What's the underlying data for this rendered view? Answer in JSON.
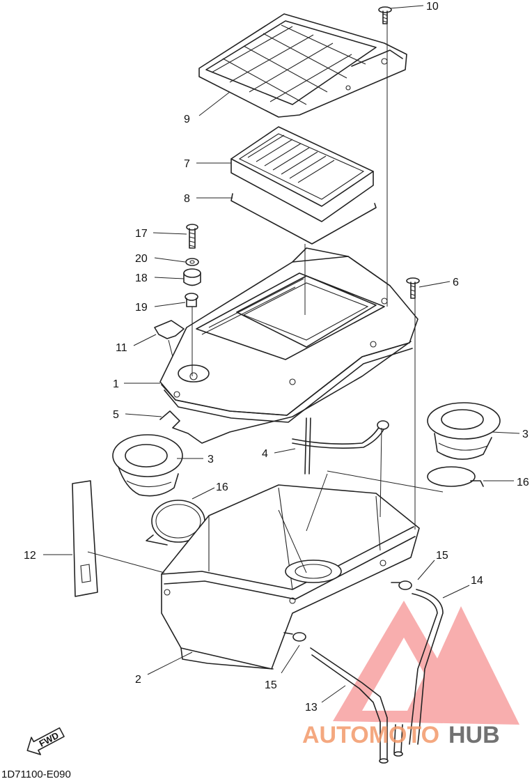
{
  "diagram": {
    "code": "1D71100-E090",
    "fwd_label": "FWD",
    "watermark": {
      "text_a": "AUTOMOTO",
      "text_b": "HUB",
      "color_a": "#f39a6b",
      "color_b": "#5a5a5a",
      "logo_color": "#f26b6b"
    },
    "callouts": [
      {
        "id": "c10",
        "text": "10"
      },
      {
        "id": "c9",
        "text": "9"
      },
      {
        "id": "c7",
        "text": "7"
      },
      {
        "id": "c8",
        "text": "8"
      },
      {
        "id": "c17",
        "text": "17"
      },
      {
        "id": "c20",
        "text": "20"
      },
      {
        "id": "c18",
        "text": "18"
      },
      {
        "id": "c19",
        "text": "19"
      },
      {
        "id": "c6",
        "text": "6"
      },
      {
        "id": "c11",
        "text": "11"
      },
      {
        "id": "c1",
        "text": "1"
      },
      {
        "id": "c5",
        "text": "5"
      },
      {
        "id": "c3a",
        "text": "3"
      },
      {
        "id": "c3b",
        "text": "3"
      },
      {
        "id": "c4",
        "text": "4"
      },
      {
        "id": "c16a",
        "text": "16"
      },
      {
        "id": "c16b",
        "text": "16"
      },
      {
        "id": "c12",
        "text": "12"
      },
      {
        "id": "c15a",
        "text": "15"
      },
      {
        "id": "c14",
        "text": "14"
      },
      {
        "id": "c2",
        "text": "2"
      },
      {
        "id": "c15b",
        "text": "15"
      },
      {
        "id": "c13",
        "text": "13"
      }
    ]
  }
}
